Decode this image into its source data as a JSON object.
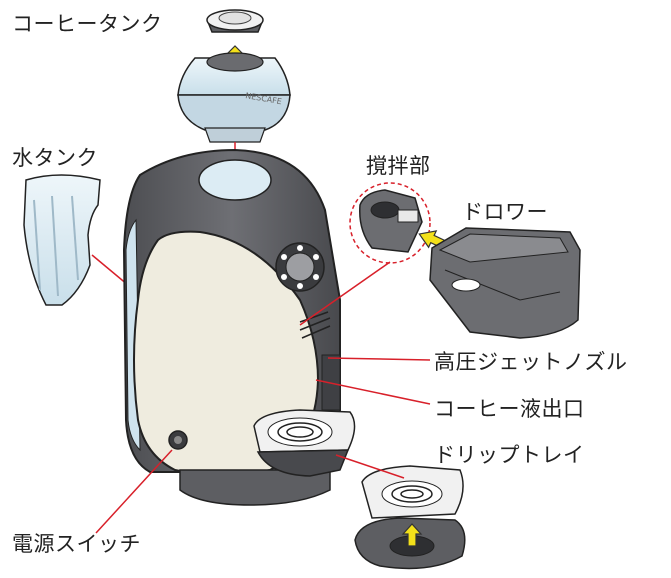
{
  "labels": {
    "coffee_tank": "コーヒータンク",
    "water_tank": "水タンク",
    "stirrer": "撹拌部",
    "drawer": "ドロワー",
    "jet_nozzle": "高圧ジェットノズル",
    "coffee_outlet": "コーヒー液出口",
    "drip_tray": "ドリップトレイ",
    "power_switch": "電源スイッチ"
  },
  "brand_text": "NESCAFE",
  "colors": {
    "body_dark": "#5a5b5f",
    "body_mid": "#7a7b80",
    "front_cream": "#efecdf",
    "tank_blue": "#dcecf4",
    "leader_red": "#d8202a",
    "arrow_yellow": "#f3e01a"
  }
}
